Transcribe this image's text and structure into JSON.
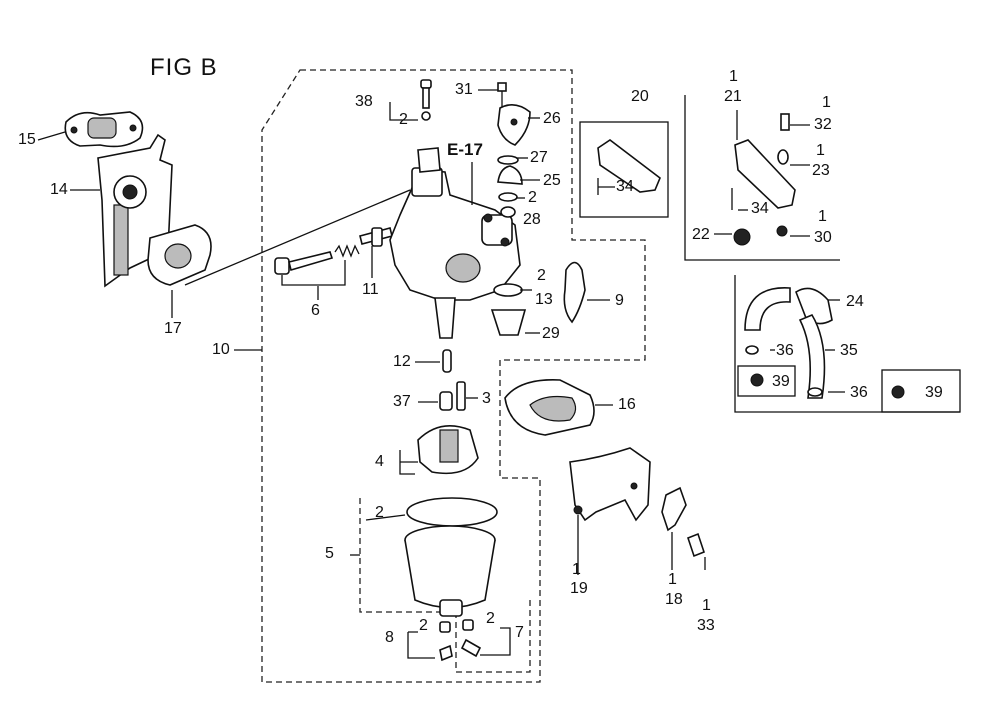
{
  "figure": {
    "title": "FIG B",
    "ref_label": "E-17"
  },
  "labels": {
    "l1": "1",
    "l2": "2",
    "l3": "3",
    "l4": "4",
    "l5": "5",
    "l6": "6",
    "l7": "7",
    "l8": "8",
    "l9": "9",
    "l10": "10",
    "l11": "11",
    "l12": "12",
    "l13": "13",
    "l14": "14",
    "l15": "15",
    "l16": "16",
    "l17": "17",
    "l18": "18",
    "l19": "19",
    "l20": "20",
    "l21": "21",
    "l22": "22",
    "l23": "23",
    "l24": "24",
    "l25": "25",
    "l26": "26",
    "l27": "27",
    "l28": "28",
    "l29": "29",
    "l30": "30",
    "l31": "31",
    "l32": "32",
    "l33": "33",
    "l34": "34",
    "l35": "35",
    "l36": "36",
    "l37": "37",
    "l38": "38",
    "l39": "39"
  }
}
